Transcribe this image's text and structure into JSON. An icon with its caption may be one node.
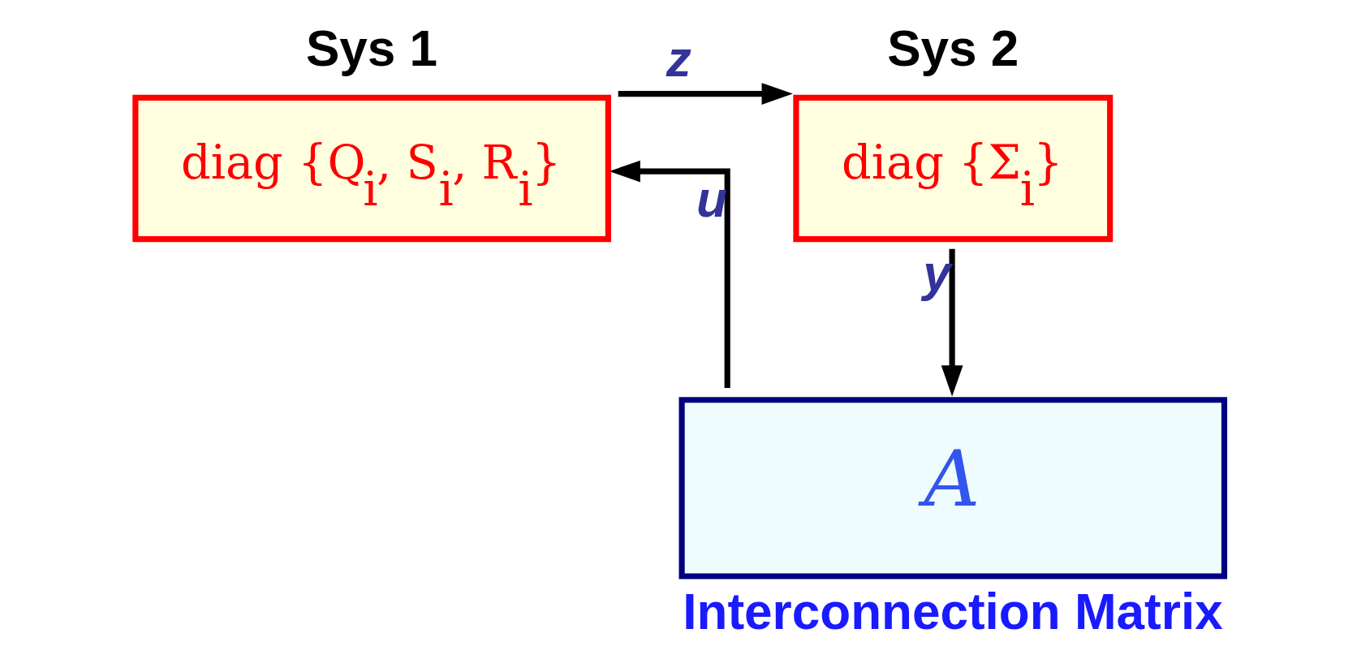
{
  "diagram": {
    "nodes": [
      {
        "text": [
          "Sys 1",
          "diag {Q$_{i}$, S$_{i}$, R$_{i}$}"
        ]
      },
      {
        "text": [
          "Sys 2",
          "diag {Σ$_{i}$}"
        ]
      },
      {
        "text": [
          "A",
          "Interconnection Matrix"
        ]
      }
    ],
    "edges": [
      {
        "from": 2,
        "to": 0,
        "arrow": "to",
        "label": "u"
      },
      {
        "from": 0,
        "to": 1,
        "arrow": "to",
        "label": "z"
      },
      {
        "from": 1,
        "to": 2,
        "arrow": "to",
        "label": "y"
      }
    ]
  }
}
